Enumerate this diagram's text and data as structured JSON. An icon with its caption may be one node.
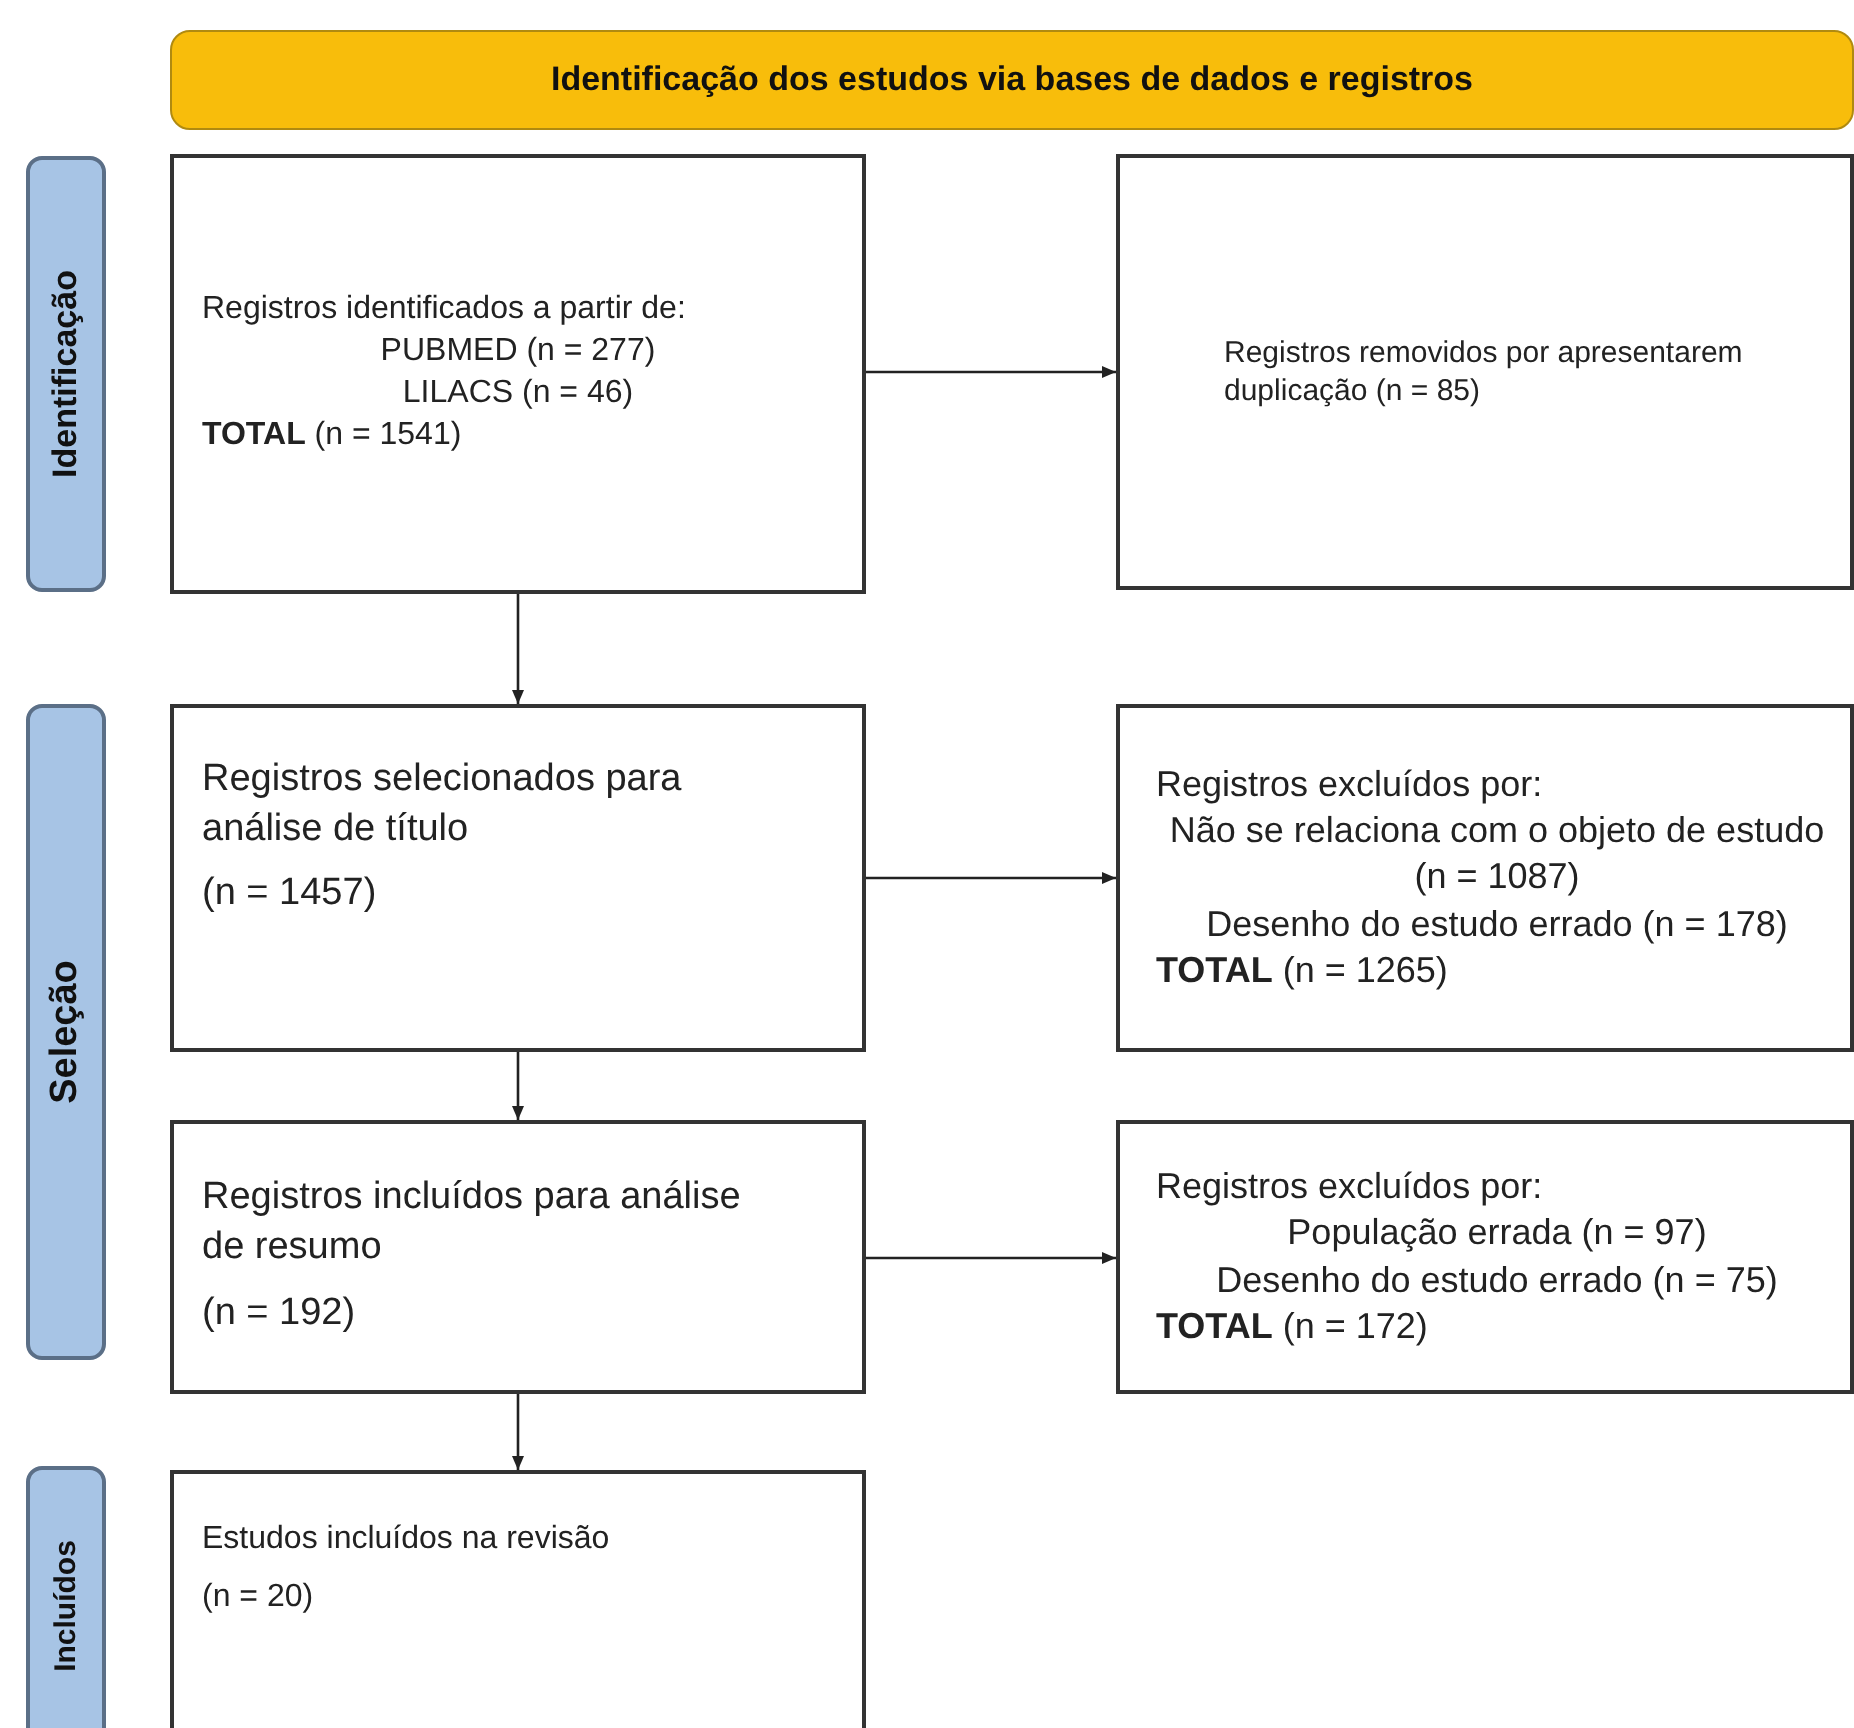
{
  "diagram": {
    "nodes": [
      {
        "text": [
          "Identificação dos estudos via bases de dados e registros"
        ]
      },
      {
        "text": [
          "Identificação"
        ]
      },
      {
        "text": [
          "Registros identificados a partir de:",
          "PUBMED (n = 277)",
          "LILACS (n = 46)",
          "**TOTAL** (n = 1541)"
        ]
      },
      {
        "text": [
          "Registros removidos por apresentarem duplicação (n = 85)"
        ]
      },
      {
        "text": [
          "Seleção"
        ]
      },
      {
        "text": [
          "Registros selecionados para análise de título",
          "(n = 1457)"
        ]
      },
      {
        "text": [
          "Registros excluídos por:",
          "Não se relaciona com o objeto de estudo (n = 1087)",
          "Desenho do estudo errado (n = 178)",
          "**TOTAL** (n = 1265)"
        ]
      },
      {
        "text": [
          "Registros incluídos para análise de resumo",
          "(n = 192)"
        ]
      },
      {
        "text": [
          "Registros excluídos por:",
          "População errada (n = 97)",
          "Desenho do estudo errado (n = 75)",
          "**TOTAL** (n = 172)"
        ]
      },
      {
        "text": [
          "Incluídos"
        ]
      },
      {
        "text": [
          "Estudos incluídos na revisão",
          "(n = 20)"
        ]
      }
    ],
    "edges": [
      {
        "from": 2,
        "to": 3,
        "arrow": "to"
      },
      {
        "from": 2,
        "to": 5,
        "arrow": "to"
      },
      {
        "from": 5,
        "to": 6,
        "arrow": "to"
      },
      {
        "from": 5,
        "to": 7,
        "arrow": "to"
      },
      {
        "from": 7,
        "to": 8,
        "arrow": "to"
      },
      {
        "from": 7,
        "to": 10,
        "arrow": "to"
      }
    ]
  }
}
